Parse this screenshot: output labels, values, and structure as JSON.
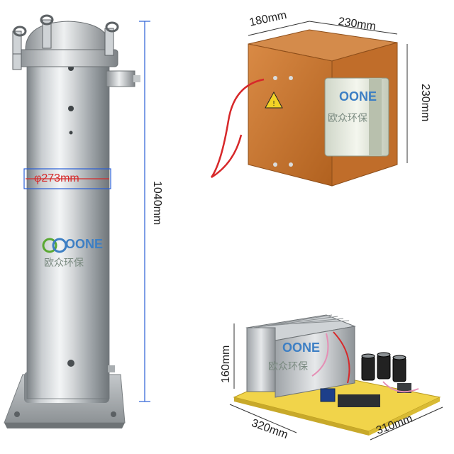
{
  "dimensions": {
    "tank_diameter": "φ273mm",
    "tank_height": "1040mm",
    "transformer_width_top_left": "180mm",
    "transformer_width_top_right": "230mm",
    "transformer_height": "230mm",
    "board_height": "160mm",
    "board_length": "320mm",
    "board_width": "310mm"
  },
  "logo": {
    "brand": "OONE",
    "chinese": "欧众环保"
  },
  "colors": {
    "steel_light": "#e9eced",
    "steel_dark": "#8f9599",
    "board_orange": "#c8742f",
    "pcb_yellow": "#f1d44a",
    "dimension_red": "#d62a2a",
    "dimension_blue": "#2a5fd6",
    "logo_green": "#5aa832"
  }
}
